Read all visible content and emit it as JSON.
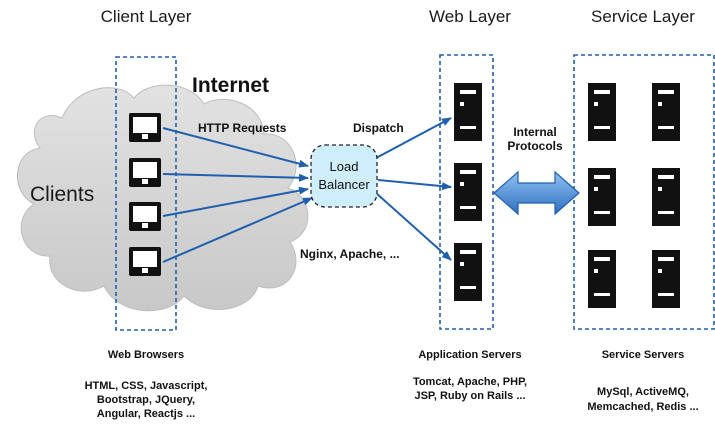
{
  "layers": {
    "client": "Client Layer",
    "web": "Web Layer",
    "service": "Service Layer"
  },
  "cloud": {
    "internet": "Internet",
    "clients": "Clients"
  },
  "edges": {
    "http_requests": "HTTP Requests",
    "dispatch": "Dispatch",
    "internal_protocols_line1": "Internal",
    "internal_protocols_line2": "Protocols"
  },
  "load_balancer": {
    "line1": "Load",
    "line2": "Balancer",
    "examples": "Nginx, Apache, ..."
  },
  "captions": {
    "web_browsers": {
      "title": "Web Browsers",
      "line1": "HTML, CSS, Javascript,",
      "line2": "Bootstrap, JQuery,",
      "line3": "Angular, Reactjs ..."
    },
    "application_servers": {
      "title": "Application Servers",
      "line1": "Tomcat, Apache, PHP,",
      "line2": "JSP, Ruby on Rails ..."
    },
    "service_servers": {
      "title": "Service Servers",
      "line1": "MySql, ActiveMQ,",
      "line2": "Memcached, Redis ..."
    }
  },
  "colors": {
    "arrow": "#1f5fae",
    "dashed_border": "#1f5fae",
    "cloud_fill": "#d6d6d6",
    "lb_fill": "#cdeefa",
    "server_fill": "#111111",
    "double_arrow_fill": "#4d8fd8"
  }
}
